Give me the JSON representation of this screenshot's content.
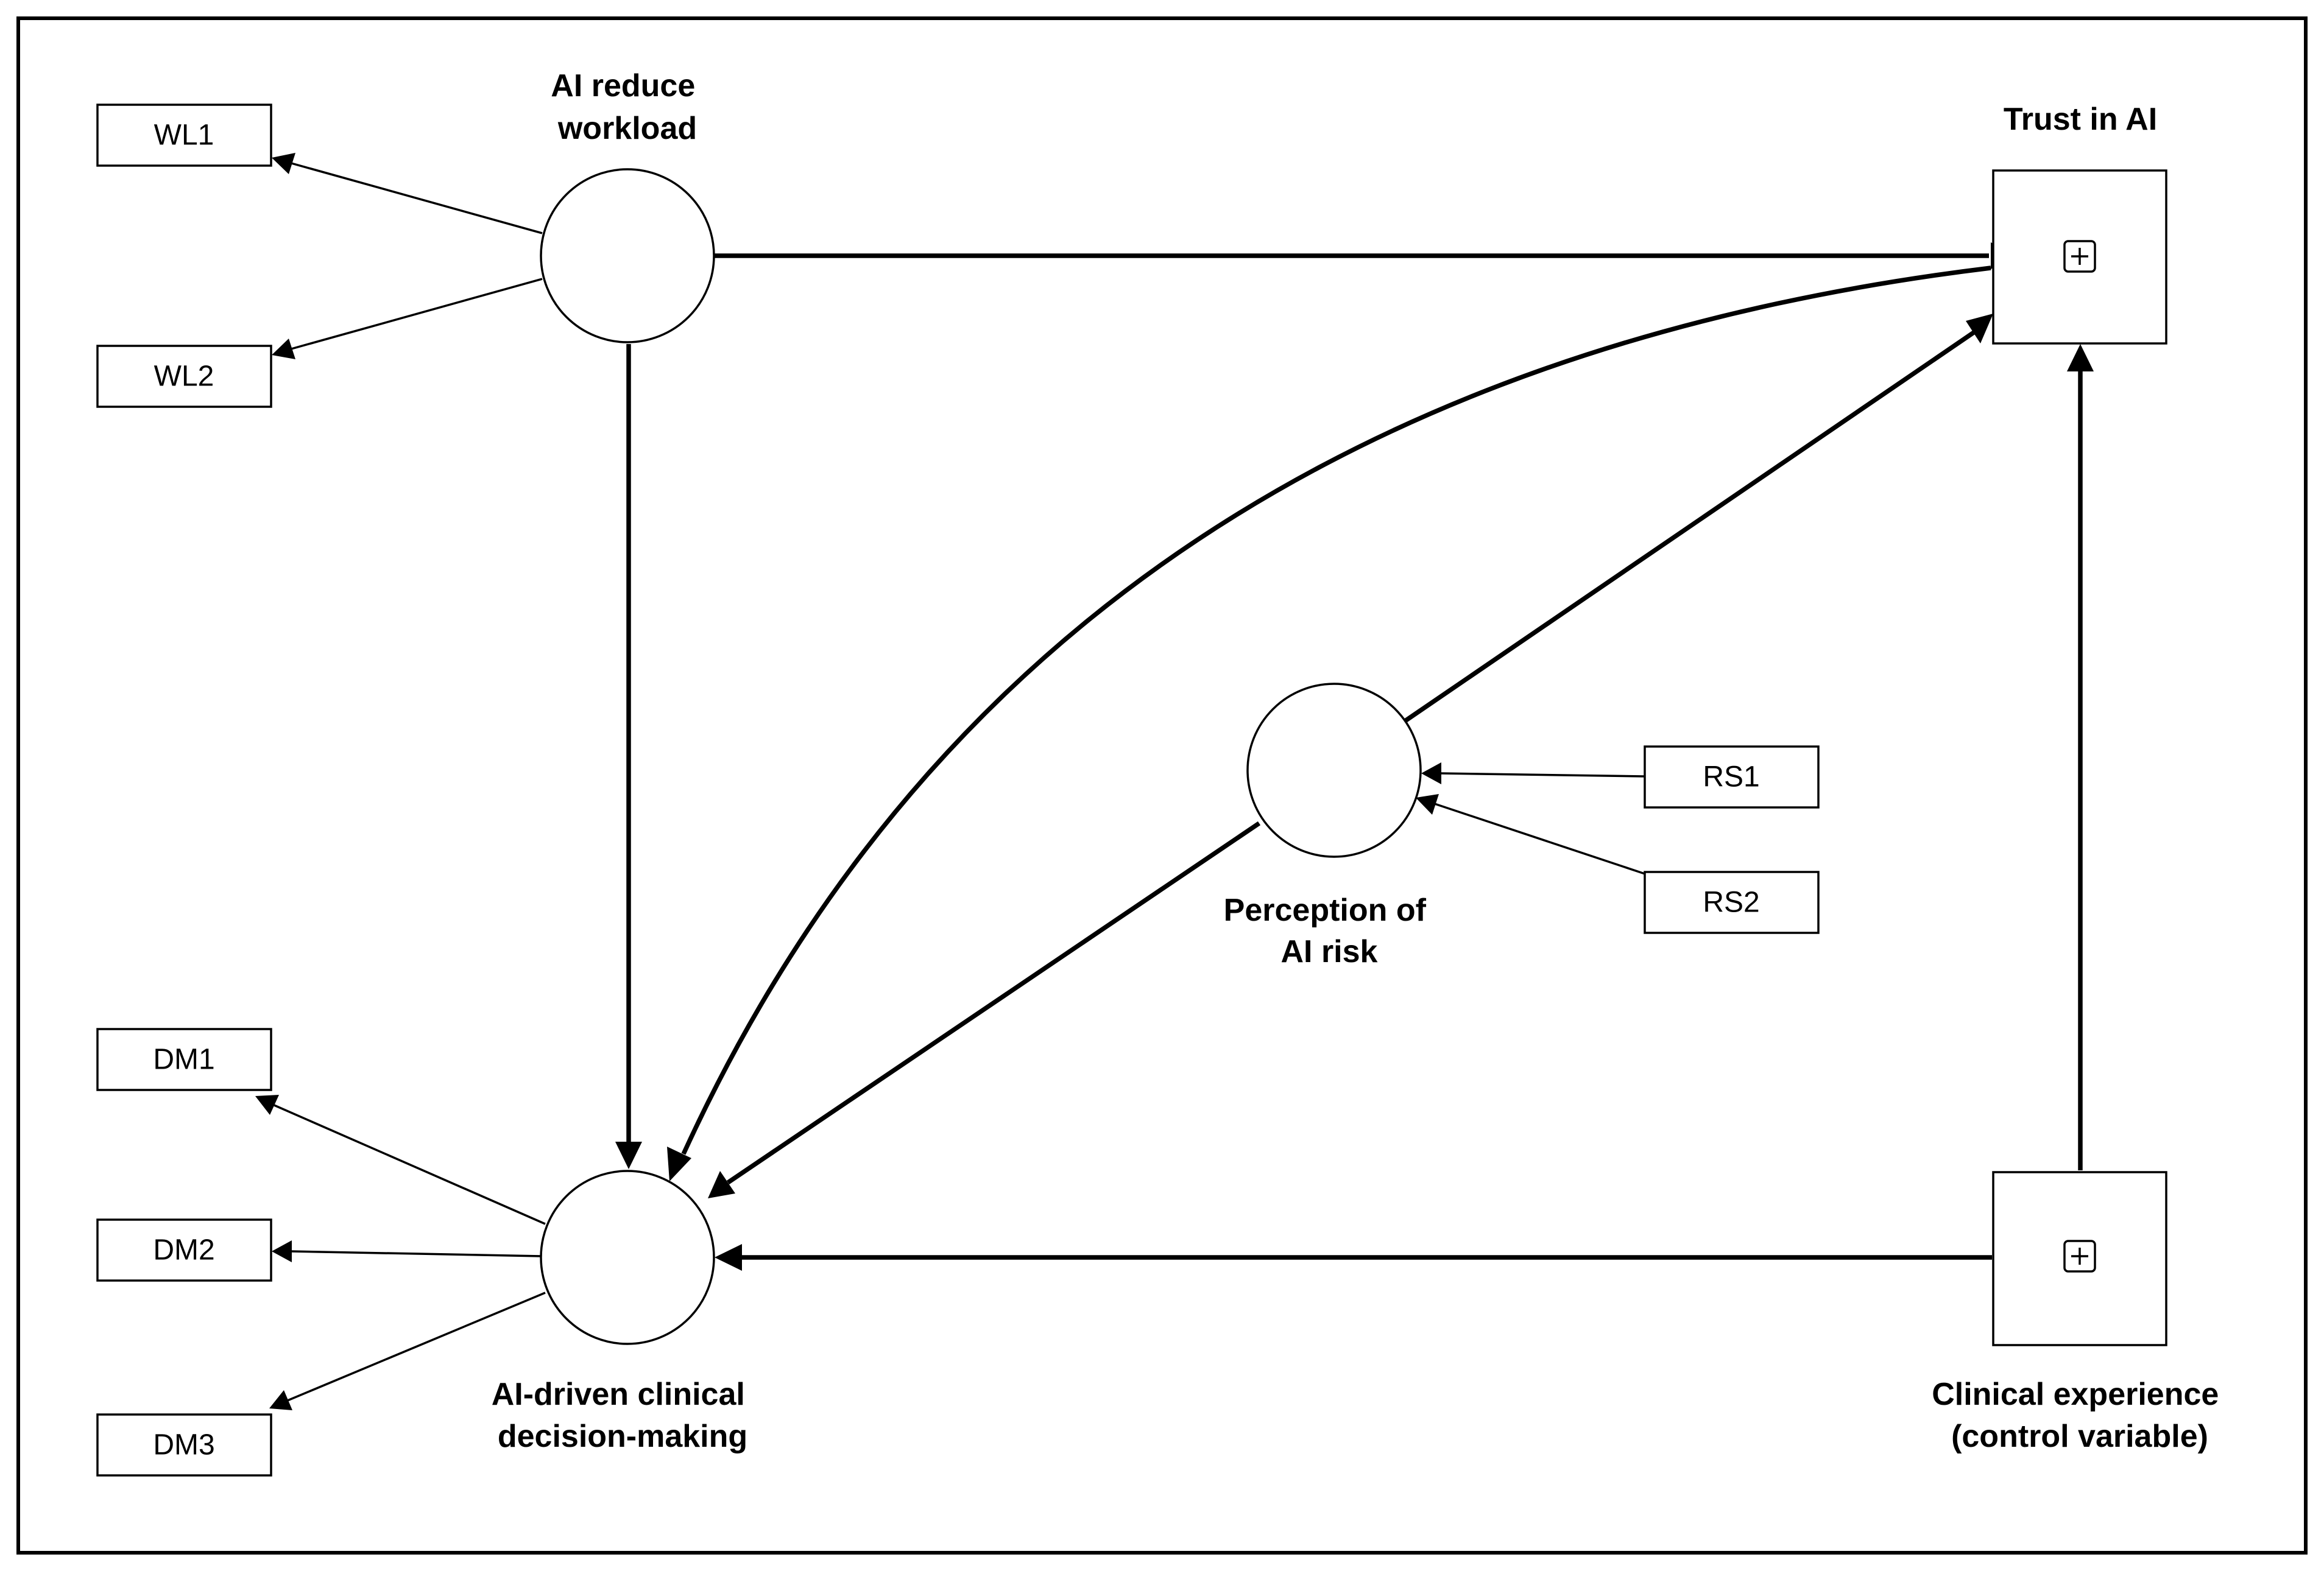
{
  "constructs": {
    "workload": {
      "label_lines": [
        "AI reduce",
        "workload"
      ]
    },
    "decision": {
      "label_lines": [
        "AI-driven clinical",
        "decision-making"
      ]
    },
    "risk": {
      "label_lines": [
        "Perception of",
        "AI risk"
      ]
    },
    "trust": {
      "label_lines": [
        "Trust in AI"
      ],
      "icon": "plus-square-icon"
    },
    "experience": {
      "label_lines": [
        "Clinical experience",
        "(control variable)"
      ],
      "icon": "plus-square-icon"
    }
  },
  "indicators": {
    "wl1": "WL1",
    "wl2": "WL2",
    "dm1": "DM1",
    "dm2": "DM2",
    "dm3": "DM3",
    "rs1": "RS1",
    "rs2": "RS2"
  }
}
